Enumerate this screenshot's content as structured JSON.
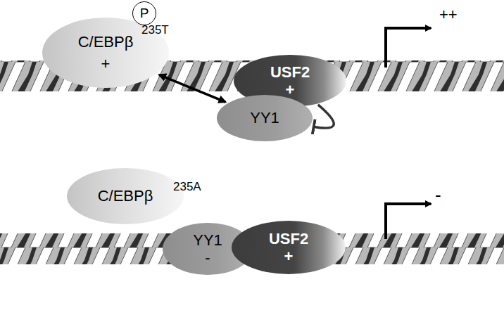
{
  "diagram": {
    "nodes": [
      {
        "text": [
          "C/EBPβ",
          "+"
        ]
      },
      {
        "text": [
          "P"
        ]
      },
      {
        "text": [
          "USF2",
          "+"
        ]
      },
      {
        "text": [
          "YY1"
        ]
      },
      {
        "text": [
          "C/EBPβ"
        ]
      },
      {
        "text": [
          "YY1",
          "-"
        ]
      },
      {
        "text": [
          "USF2",
          "+"
        ]
      }
    ],
    "edges": [
      {
        "from": 0,
        "to": 3,
        "arrow": "both"
      },
      {
        "from": 2,
        "to": 3,
        "arrow": "to"
      }
    ],
    "labels": [
      "235T",
      "++",
      "235A",
      "-"
    ]
  }
}
